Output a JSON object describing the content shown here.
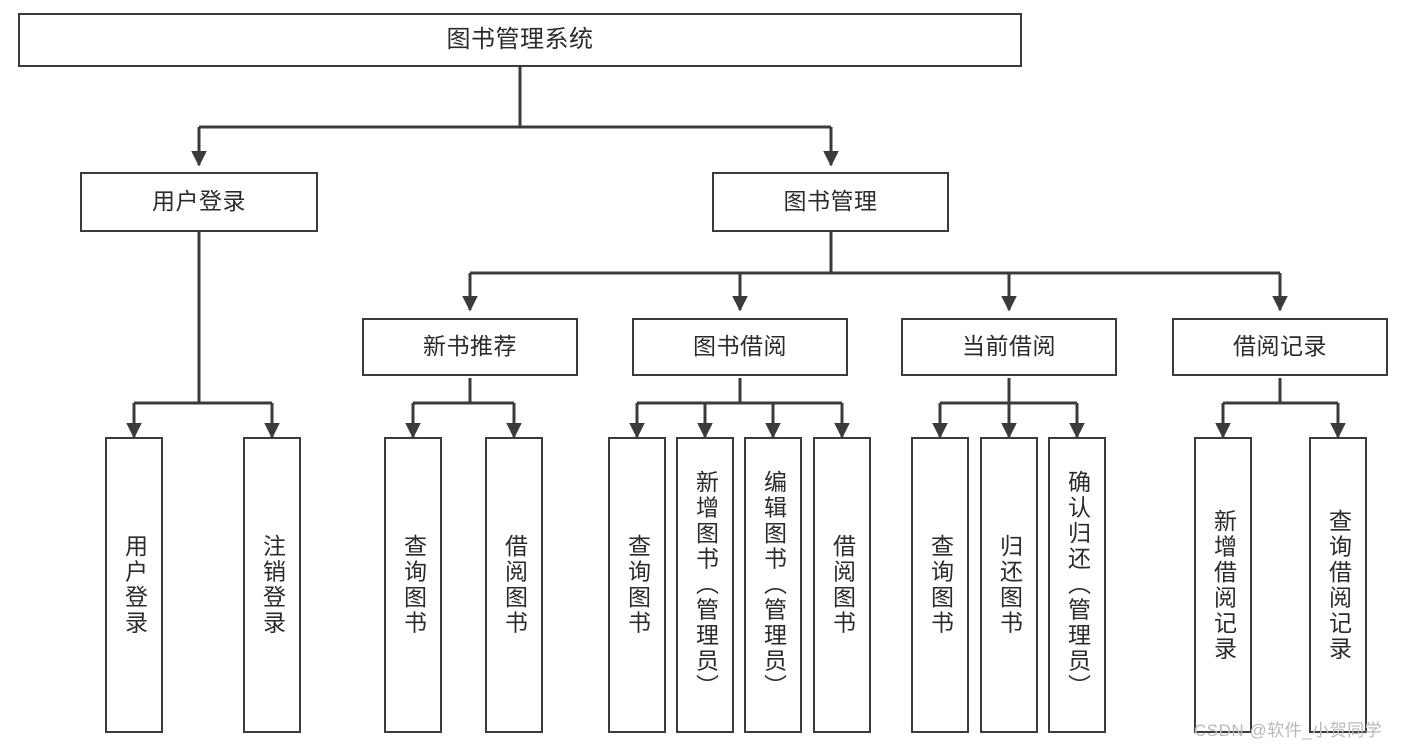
{
  "diagram": {
    "type": "tree-hierarchy",
    "title": "图书管理系统",
    "stroke_color": "#3b3b3b",
    "fill_color": "#ffffff",
    "text_color": "#2b2b2b",
    "nodes": {
      "root": {
        "label": "图书管理系统"
      },
      "level2": [
        {
          "id": "user-login",
          "label": "用户登录"
        },
        {
          "id": "book-management",
          "label": "图书管理"
        }
      ],
      "level3": [
        {
          "id": "new-book-recommend",
          "label": "新书推荐"
        },
        {
          "id": "book-borrow",
          "label": "图书借阅"
        },
        {
          "id": "current-borrow",
          "label": "当前借阅"
        },
        {
          "id": "borrow-record",
          "label": "借阅记录"
        }
      ],
      "leaves": [
        {
          "id": "leaf-user-login",
          "label": "用户登录",
          "parent": "user-login"
        },
        {
          "id": "leaf-user-logout",
          "label": "注销登录",
          "parent": "user-login"
        },
        {
          "id": "leaf-query-book-1",
          "label": "查询图书",
          "parent": "new-book-recommend"
        },
        {
          "id": "leaf-borrow-book-1",
          "label": "借阅图书",
          "parent": "new-book-recommend"
        },
        {
          "id": "leaf-query-book-2",
          "label": "查询图书",
          "parent": "book-borrow"
        },
        {
          "id": "leaf-add-book",
          "label": "新增图书（管理员）",
          "parent": "book-borrow"
        },
        {
          "id": "leaf-edit-book",
          "label": "编辑图书（管理员）",
          "parent": "book-borrow"
        },
        {
          "id": "leaf-borrow-book-2",
          "label": "借阅图书",
          "parent": "book-borrow"
        },
        {
          "id": "leaf-query-book-3",
          "label": "查询图书",
          "parent": "current-borrow"
        },
        {
          "id": "leaf-return-book",
          "label": "归还图书",
          "parent": "current-borrow"
        },
        {
          "id": "leaf-confirm-return",
          "label": "确认归还（管理员）",
          "parent": "current-borrow"
        },
        {
          "id": "leaf-add-record",
          "label": "新增借阅记录",
          "parent": "borrow-record"
        },
        {
          "id": "leaf-query-record",
          "label": "查询借阅记录",
          "parent": "borrow-record"
        }
      ]
    }
  },
  "watermark": {
    "text": "CSDN @软件_小贺同学"
  }
}
